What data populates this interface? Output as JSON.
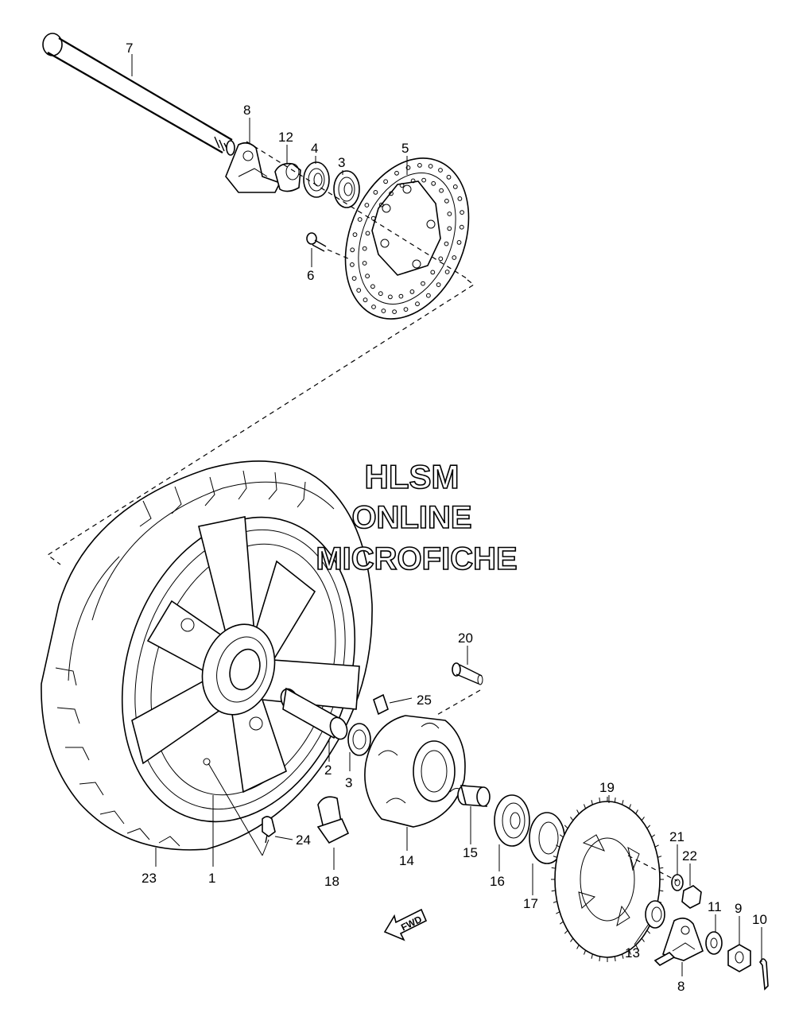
{
  "watermark": {
    "line1": "HLSM",
    "line2": "ONLINE",
    "line3": "MICROFICHE"
  },
  "direction_arrow_label": "FWD",
  "callouts": [
    "1",
    "2",
    "3",
    "3",
    "4",
    "5",
    "6",
    "7",
    "8",
    "8",
    "9",
    "10",
    "11",
    "12",
    "13",
    "14",
    "15",
    "16",
    "17",
    "18",
    "19",
    "20",
    "21",
    "22",
    "23",
    "24",
    "25"
  ]
}
